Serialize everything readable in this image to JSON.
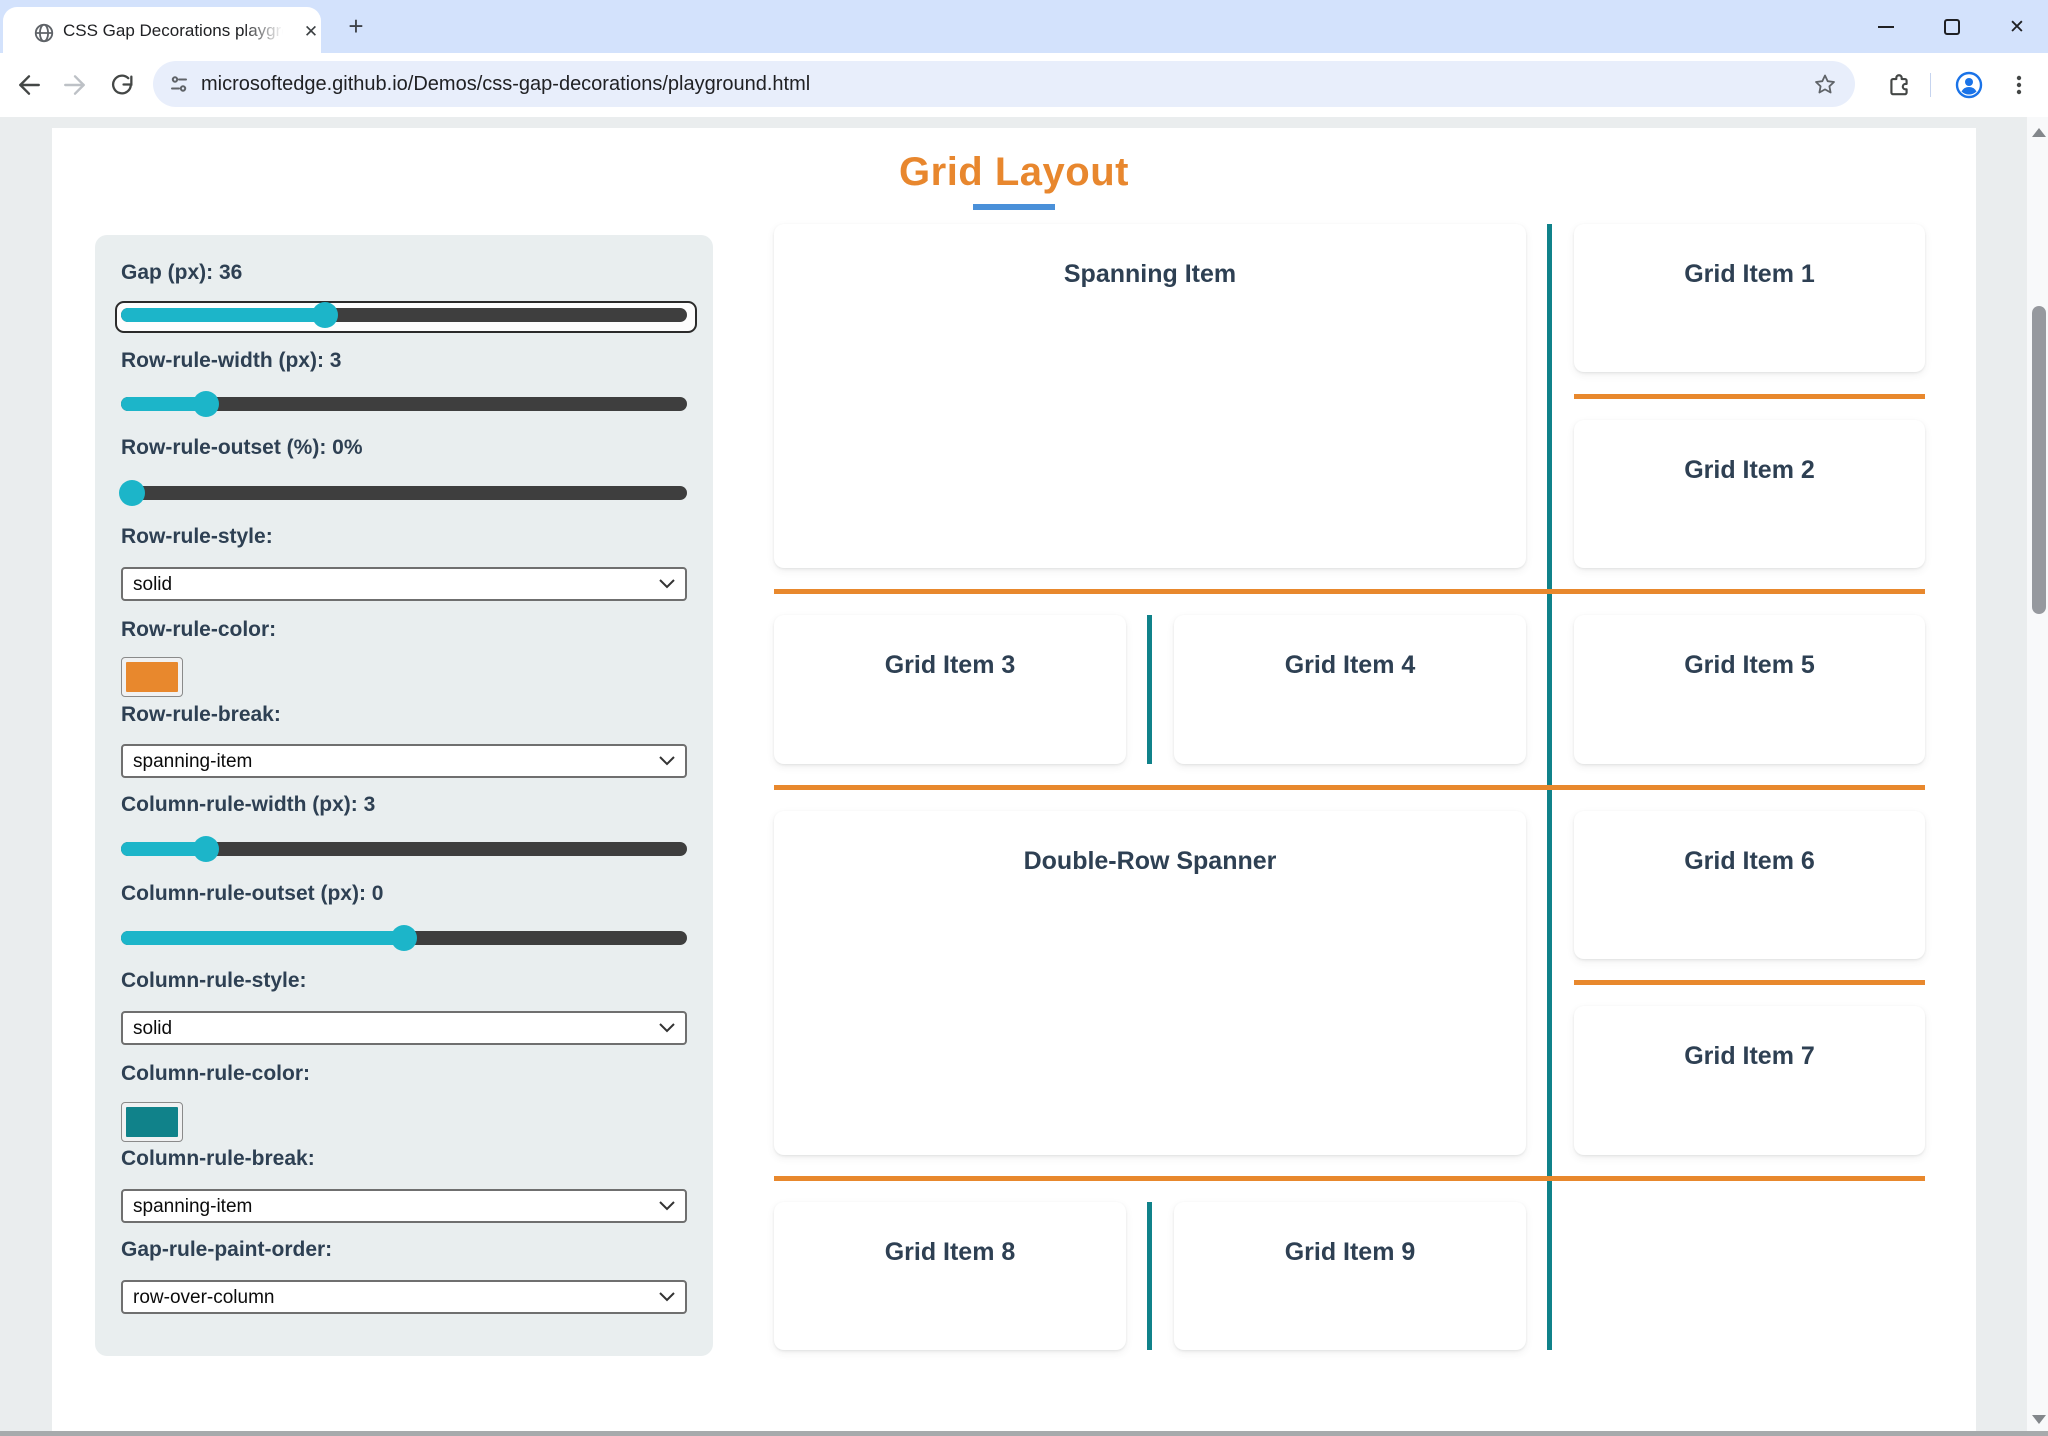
{
  "browser": {
    "tab_title": "CSS Gap Decorations playgroun",
    "url": "microsoftedge.github.io/Demos/css-gap-decorations/playground.html"
  },
  "icons": {
    "close_glyph": "✕",
    "new_tab_glyph": "+"
  },
  "page": {
    "title": "Grid Layout"
  },
  "controls": [
    {
      "type": "slider",
      "label": "Gap (px): 36",
      "fill_css": "width:36%",
      "focused": true
    },
    {
      "type": "slider",
      "label": "Row-rule-width (px): 3",
      "fill_css": "width:15%"
    },
    {
      "type": "slider",
      "label": "Row-rule-outset (%): 0%",
      "fill_css": "width:2%"
    },
    {
      "type": "select",
      "label": "Row-rule-style:",
      "value": "solid"
    },
    {
      "type": "color",
      "label": "Row-rule-color:",
      "swatch_css": "background:#e8882d"
    },
    {
      "type": "select",
      "label": "Row-rule-break:",
      "value": "spanning-item"
    },
    {
      "type": "slider",
      "label": "Column-rule-width (px): 3",
      "fill_css": "width:15%"
    },
    {
      "type": "slider",
      "label": "Column-rule-outset (px): 0",
      "fill_css": "width:50%"
    },
    {
      "type": "select",
      "label": "Column-rule-style:",
      "value": "solid"
    },
    {
      "type": "color",
      "label": "Column-rule-color:",
      "swatch_css": "background:#10828a"
    },
    {
      "type": "select",
      "label": "Column-rule-break:",
      "value": "spanning-item"
    },
    {
      "type": "select",
      "label": "Gap-rule-paint-order:",
      "value": "row-over-column"
    }
  ],
  "grid": {
    "items": [
      {
        "label": "Spanning Item"
      },
      {
        "label": "Grid Item 1"
      },
      {
        "label": "Grid Item 2"
      },
      {
        "label": "Grid Item 3"
      },
      {
        "label": "Grid Item 4"
      },
      {
        "label": "Grid Item 5"
      },
      {
        "label": "Double-Row Spanner"
      },
      {
        "label": "Grid Item 6"
      },
      {
        "label": "Grid Item 7"
      },
      {
        "label": "Grid Item 8"
      },
      {
        "label": "Grid Item 9"
      }
    ]
  },
  "colors": {
    "row_rule_orange": "#e8882d",
    "column_rule_teal": "#10828a",
    "slider_accent": "#1cb5c9",
    "title_orange": "#e8872e",
    "title_underline_blue": "#4a90d9",
    "tabstrip_blue": "#d3e2fc",
    "panel_gray": "#e9eeef"
  }
}
